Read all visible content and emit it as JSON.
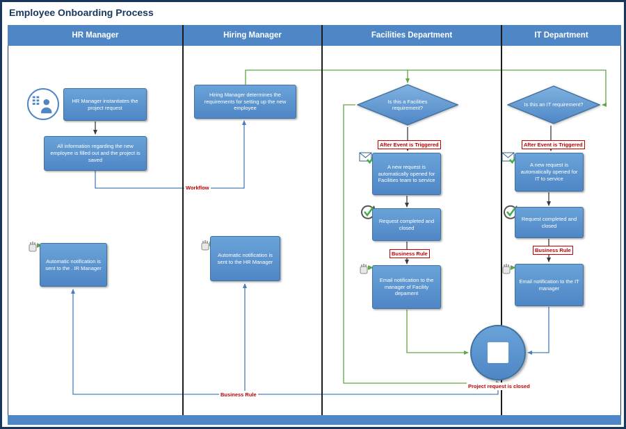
{
  "title": "Employee Onboarding Process",
  "lanes": [
    {
      "label": "HR Manager"
    },
    {
      "label": "Hiring Manager"
    },
    {
      "label": "Facilities Department"
    },
    {
      "label": "IT Department"
    }
  ],
  "nodes": {
    "hr_instantiate": "HR Manager instantiates the project request",
    "hr_fill_info": "All information regarding the new employee is filled out and the project is saved",
    "hr_notify": "Automatic notification is sent to the . IR Manager",
    "hm_determine": "Hiring Manager determines the requirements for setting up the new employee",
    "hm_notify": "Automatic notification is sent to the HR Manager",
    "fd_decision": "Is this a Facilities requirement?",
    "fd_new_request": "A new request is automatically opened for Facilities team to service",
    "fd_completed": "Request completed and closed",
    "fd_email": "Email notification to the manager of Facility depament",
    "it_decision": "Is this an IT requirement?",
    "it_new_request": "A new request is automatically opened for IT to service",
    "it_completed": "Request completed and closed",
    "it_email": "Email notification to the IT manager"
  },
  "labels": {
    "workflow": "Workflow",
    "after_event_fd": "After Event is Triggered",
    "after_event_it": "After Event is Triggered",
    "business_rule_fd": "Business Rule",
    "business_rule_it": "Business Rule",
    "business_rule_bottom": "Business Rule",
    "project_closed": "Project request is closed"
  },
  "icons": {
    "hr_start": "person-badge-icon",
    "notify": "hand-send-notification-icon",
    "new_request": "envelope-check-icon",
    "completed": "refresh-check-icon",
    "email": "envelope-send-icon",
    "end": "end-event-square-icon"
  },
  "colors": {
    "frame": "#17375e",
    "lane_header": "#4f86c6",
    "shape_fill": "#5b9bd5",
    "shape_border": "#41719c",
    "red_label": "#c00000",
    "green_connector": "#61a646",
    "blue_connector": "#4a7ebb"
  }
}
